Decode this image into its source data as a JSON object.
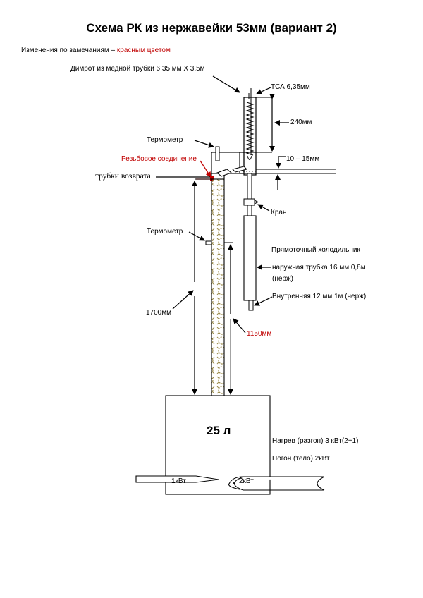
{
  "title": "Схема РК из нержавейки 53мм (вариант 2)",
  "note": {
    "prefix": "Изменения по замечаниям – ",
    "highlight": "красным цветом"
  },
  "labels": {
    "dimroth": "Димрот из медной трубки 6,35 мм Х 3,5м",
    "tsa": "ТСА 6,35мм",
    "dim_240": "240мм",
    "thermometer_top": "Термометр",
    "threaded_joint": "Резьбовое соединение",
    "return_tubes": "трубки возврата",
    "gap": "10 – 15мм",
    "valve": "Кран",
    "thermometer_mid": "Термометр",
    "cooler_title": "Прямоточный холодильник",
    "outer_tube_line1": "наружная трубка 16 мм 0,8м",
    "outer_tube_line2": "(нерж)",
    "inner_tube": "Внутренняя 12 мм 1м (нерж)",
    "dim_1700": "1700мм",
    "dim_1150": "1150мм",
    "tank_volume": "25 л",
    "heat_up": "Нагрев (разгон) 3 кВт(2+1)",
    "draw_off": "Погон (тело) 2кВт",
    "heater_1": "1кВт",
    "heater_2": "2кВт"
  },
  "colors": {
    "accent_red": "#c00000",
    "packing": "#9a8a4a"
  }
}
